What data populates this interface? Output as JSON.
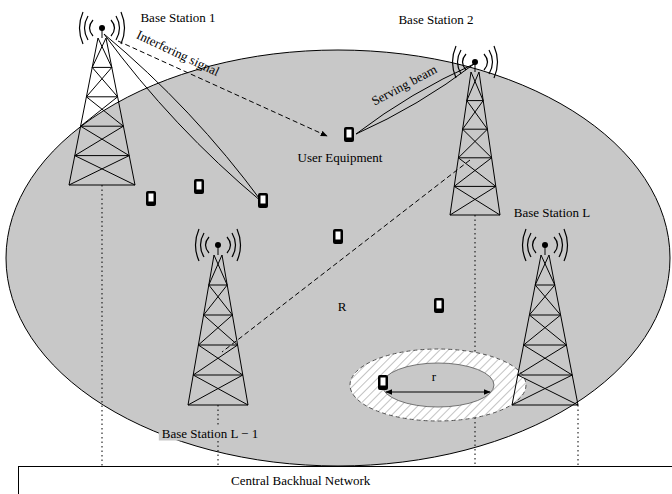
{
  "diagram": {
    "nodes": [
      {
        "text": [
          "Central Backhual Network"
        ]
      }
    ],
    "labels": [
      "Base Station 1",
      "Interfering signal",
      "Serving beam",
      "Base Station 2",
      "User Equipment",
      "Base Station L",
      "R",
      "r",
      "Base Station L − 1"
    ]
  }
}
